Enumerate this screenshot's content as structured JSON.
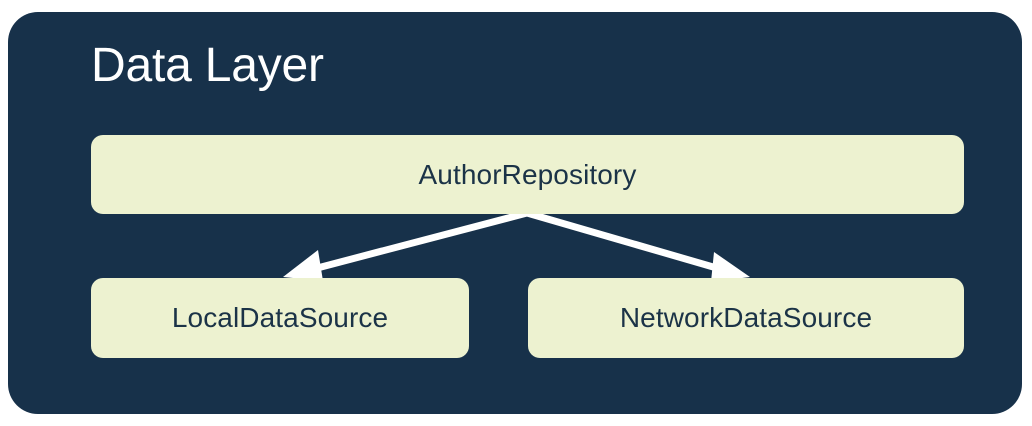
{
  "diagram": {
    "title": "Data Layer",
    "panel_color": "#17314a",
    "node_color": "#edf2d0",
    "node_text_color": "#1b3347",
    "title_color": "#ffffff",
    "arrow_color": "#ffffff",
    "nodes": [
      {
        "id": "repository",
        "label": "AuthorRepository"
      },
      {
        "id": "local",
        "label": "LocalDataSource"
      },
      {
        "id": "network",
        "label": "NetworkDataSource"
      }
    ],
    "edges": [
      {
        "from": "repository",
        "to": "local",
        "arrowhead": "filled-triangle"
      },
      {
        "from": "repository",
        "to": "network",
        "arrowhead": "filled-triangle"
      }
    ]
  }
}
